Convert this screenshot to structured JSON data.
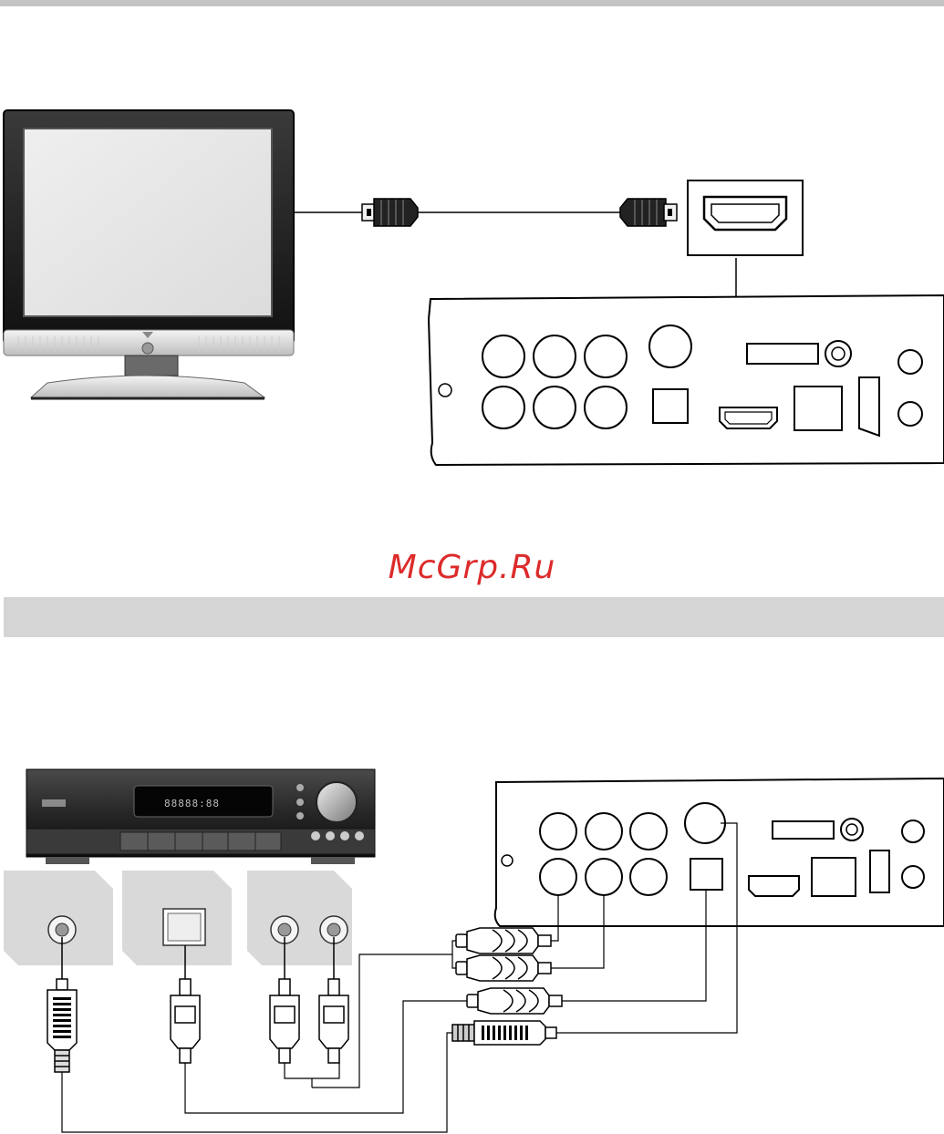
{
  "watermark": {
    "text": "McGrp.Ru",
    "color": "#dd2a2a"
  },
  "diagram_hdmi": {
    "devices": [
      "tv-monitor",
      "hdmi-cable",
      "hdmi-port-inset",
      "player-rear-panel"
    ],
    "connection": "hdmi-cable-to-hdmi-out"
  },
  "diagram_audio": {
    "devices": [
      "av-receiver",
      "coaxial-input",
      "optical-input",
      "analog-stereo-inputs",
      "player-rear-panel"
    ],
    "connections": [
      "analog-left-right",
      "optical",
      "coaxial"
    ]
  },
  "colors": {
    "section_bar": "#d5d5d5",
    "top_rule": "#c4c4c4",
    "device_dark": "#2a2a2a",
    "jack_panel": "#d9d9d9"
  }
}
